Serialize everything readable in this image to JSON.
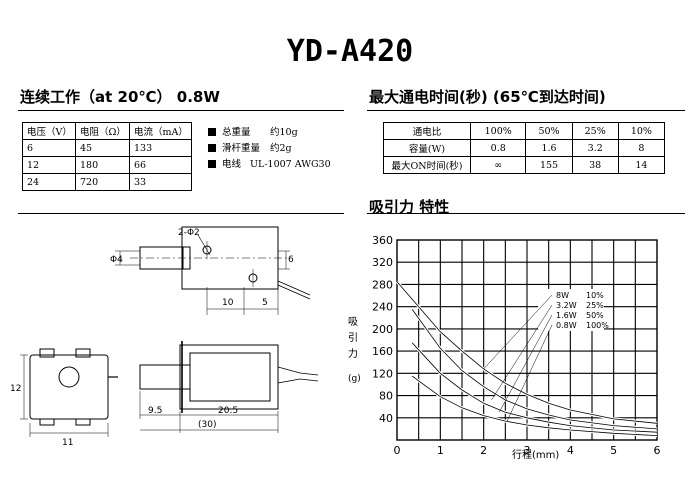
{
  "title": "YD-A420",
  "section_left": "连续工作（at 20℃） 0.8W",
  "section_right": "最大通电时间(秒) (65℃到达时间)",
  "section_force": "吸引力 特性",
  "spec_table": {
    "headers": [
      "电压（V）",
      "电阻（Ω）",
      "电流（mA）"
    ],
    "rows": [
      [
        "6",
        "45",
        "133"
      ],
      [
        "12",
        "180",
        "66"
      ],
      [
        "24",
        "720",
        "33"
      ]
    ]
  },
  "info": [
    {
      "label": "总重量",
      "value": "约10g"
    },
    {
      "label": "滑杆重量",
      "value": "约2g"
    },
    {
      "label": "电线",
      "value": "UL-1007 AWG30"
    }
  ],
  "duty_table": {
    "rows": [
      [
        "通电比",
        "100%",
        "50%",
        "25%",
        "10%"
      ],
      [
        "容量(W)",
        "0.8",
        "1.6",
        "3.2",
        "8"
      ],
      [
        "最大ON时间(秒)",
        "∞",
        "155",
        "38",
        "14"
      ]
    ]
  },
  "drawing": {
    "hole_label": "2-Φ2",
    "dim_10": "10",
    "dim_5": "5",
    "dim_6": "6",
    "dim_phi4": "Φ4",
    "dim_12": "12",
    "dim_11": "11",
    "dim_9_5": "9.5",
    "dim_20_5": "20.5",
    "dim_30": "(30)"
  },
  "chart_data": {
    "type": "line",
    "ylabel_chars": [
      "吸",
      "引",
      "力",
      "(g)"
    ],
    "xlabel": "行程(mm)",
    "xlim": [
      0,
      6
    ],
    "ylim": [
      0,
      360
    ],
    "x_ticks": [
      "0",
      "1",
      "2",
      "3",
      "4",
      "5",
      "6"
    ],
    "y_ticks": [
      "40",
      "80",
      "120",
      "160",
      "200",
      "240",
      "280",
      "320",
      "360"
    ],
    "grid": true,
    "legend": [
      {
        "w": "8W",
        "duty": "10%"
      },
      {
        "w": "3.2W",
        "duty": "25%"
      },
      {
        "w": "1.6W",
        "duty": "50%"
      },
      {
        "w": "0.8W",
        "duty": "100%"
      }
    ],
    "series": [
      {
        "name": "8W 10%",
        "x": [
          0,
          0.5,
          1,
          1.5,
          2,
          2.5,
          3,
          3.5,
          4,
          5,
          6
        ],
        "y": [
          285,
          240,
          195,
          160,
          128,
          102,
          82,
          66,
          54,
          38,
          30
        ]
      },
      {
        "name": "3.2W 25%",
        "x": [
          0.35,
          1,
          1.5,
          2,
          2.5,
          3,
          3.5,
          4,
          5,
          6
        ],
        "y": [
          235,
          165,
          125,
          96,
          72,
          56,
          45,
          36,
          26,
          20
        ]
      },
      {
        "name": "1.6W 50%",
        "x": [
          0.35,
          1,
          1.5,
          2,
          2.5,
          3,
          3.5,
          4,
          5,
          6
        ],
        "y": [
          175,
          120,
          90,
          66,
          50,
          40,
          32,
          26,
          18,
          14
        ]
      },
      {
        "name": "0.8W 100%",
        "x": [
          0.35,
          1,
          1.5,
          2,
          2.5,
          3,
          3.5,
          4,
          5,
          6
        ],
        "y": [
          115,
          78,
          58,
          44,
          34,
          27,
          22,
          18,
          12,
          8
        ]
      }
    ]
  }
}
